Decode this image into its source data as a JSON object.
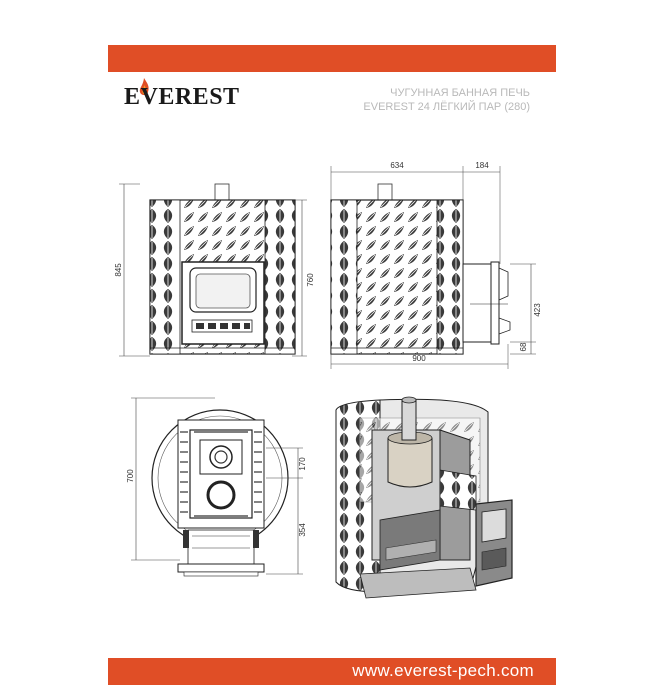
{
  "header": {
    "logo_text": "EVEREST",
    "title_line1": "ЧУГУННАЯ БАННАЯ ПЕЧЬ",
    "title_line2": "EVEREST 24 ЛЁГКИЙ ПАР (280)"
  },
  "dimensions": {
    "front_height_total": "845",
    "front_height_body": "760",
    "side_width": "634",
    "side_extra": "184",
    "side_depth_total": "900",
    "side_height_door": "423",
    "side_height_bottom": "68",
    "top_depth": "700",
    "top_offset_1": "170",
    "top_offset_2": "354"
  },
  "footer": {
    "website": "www.everest-pech.com"
  },
  "colors": {
    "accent": "#e04e26",
    "title_gray": "#b9b9b9"
  }
}
